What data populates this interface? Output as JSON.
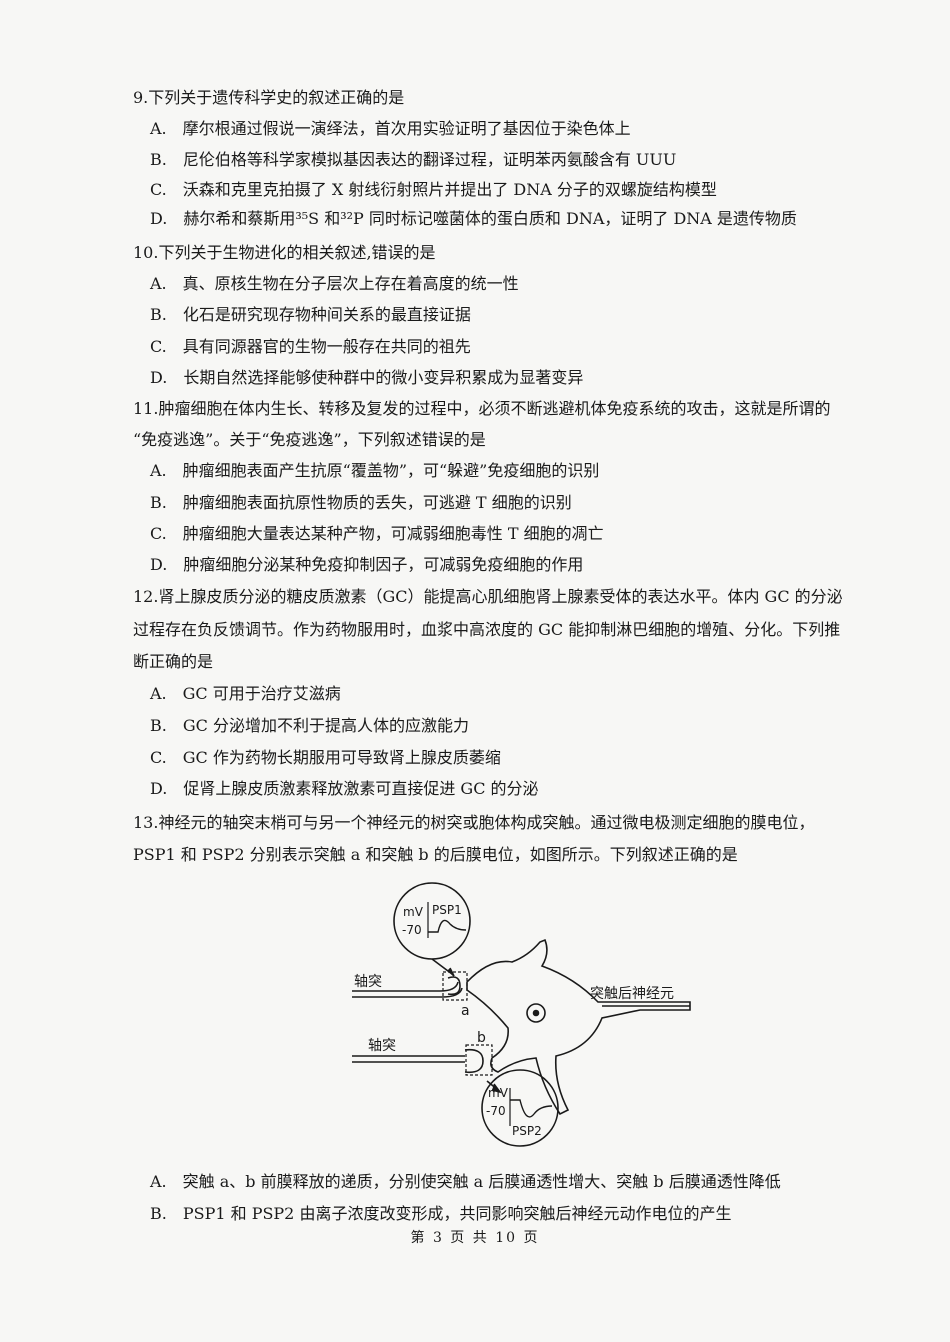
{
  "questions": [
    {
      "stem_lines": [
        "9.下列关于遗传科学史的叙述正确的是"
      ],
      "options": [
        "A.　摩尔根通过假说一演绎法，首次用实验证明了基因位于染色体上",
        "B.　尼伦伯格等科学家模拟基因表达的翻译过程，证明苯丙氨酸含有 UUU",
        "C.　沃森和克里克拍摄了 X 射线衍射照片并提出了 DNA 分子的双螺旋结构模型",
        "D.　赫尔希和蔡斯用³⁵S 和³²P 同时标记噬菌体的蛋白质和 DNA，证明了 DNA 是遗传物质"
      ]
    },
    {
      "stem_lines": [
        "10.下列关于生物进化的相关叙述,错误的是"
      ],
      "options": [
        "A.　真、原核生物在分子层次上存在着高度的统一性",
        "B.　化石是研究现存物种间关系的最直接证据",
        "C.　具有同源器官的生物一般存在共同的祖先",
        "D.　长期自然选择能够使种群中的微小变异积累成为显著变异"
      ]
    },
    {
      "stem_lines": [
        "11.肿瘤细胞在体内生长、转移及复发的过程中，必须不断逃避机体免疫系统的攻击，这就是所谓的",
        "“免疫逃逸”。关于“免疫逃逸”，下列叙述错误的是"
      ],
      "options": [
        "A.　肿瘤细胞表面产生抗原“覆盖物”，可“躲避”免疫细胞的识别",
        "B.　肿瘤细胞表面抗原性物质的丢失，可逃避 T 细胞的识别",
        "C.　肿瘤细胞大量表达某种产物，可减弱细胞毒性 T 细胞的凋亡",
        "D.　肿瘤细胞分泌某种免疫抑制因子，可减弱免疫细胞的作用"
      ]
    },
    {
      "stem_lines": [
        "12.肾上腺皮质分泌的糖皮质激素（GC）能提高心肌细胞肾上腺素受体的表达水平。体内 GC 的分泌",
        "过程存在负反馈调节。作为药物服用时，血浆中高浓度的 GC 能抑制淋巴细胞的增殖、分化。下列推",
        "断正确的是"
      ],
      "options": [
        "A.　GC 可用于治疗艾滋病",
        "B.　GC 分泌增加不利于提高人体的应激能力",
        "C.　GC 作为药物长期服用可导致肾上腺皮质萎缩",
        "D.　促肾上腺皮质激素释放激素可直接促进 GC 的分泌"
      ]
    },
    {
      "stem_lines": [
        "13.神经元的轴突末梢可与另一个神经元的树突或胞体构成突触。通过微电极测定细胞的膜电位，",
        "PSP1 和 PSP2 分别表示突触 a 和突触 b 的后膜电位，如图所示。下列叙述正确的是"
      ],
      "options": [
        "A.　突触 a、b 前膜释放的递质，分别使突触 a 后膜通透性增大、突触 b 后膜通透性降低",
        "B.　PSP1 和 PSP2 由离子浓度改变形成，共同影响突触后神经元动作电位的产生"
      ]
    }
  ],
  "diagram": {
    "axon_label_1": "轴突",
    "axon_label_2": "轴突",
    "postsynaptic_label": "突触后神经元",
    "synapse_a": "a",
    "synapse_b": "b",
    "psp1_unit": "mV",
    "psp1_value": "-70",
    "psp1_name": "PSP1",
    "psp2_unit": "mV",
    "psp2_value": "-70",
    "psp2_name": "PSP2"
  },
  "footer": "第 3 页 共 10 页"
}
